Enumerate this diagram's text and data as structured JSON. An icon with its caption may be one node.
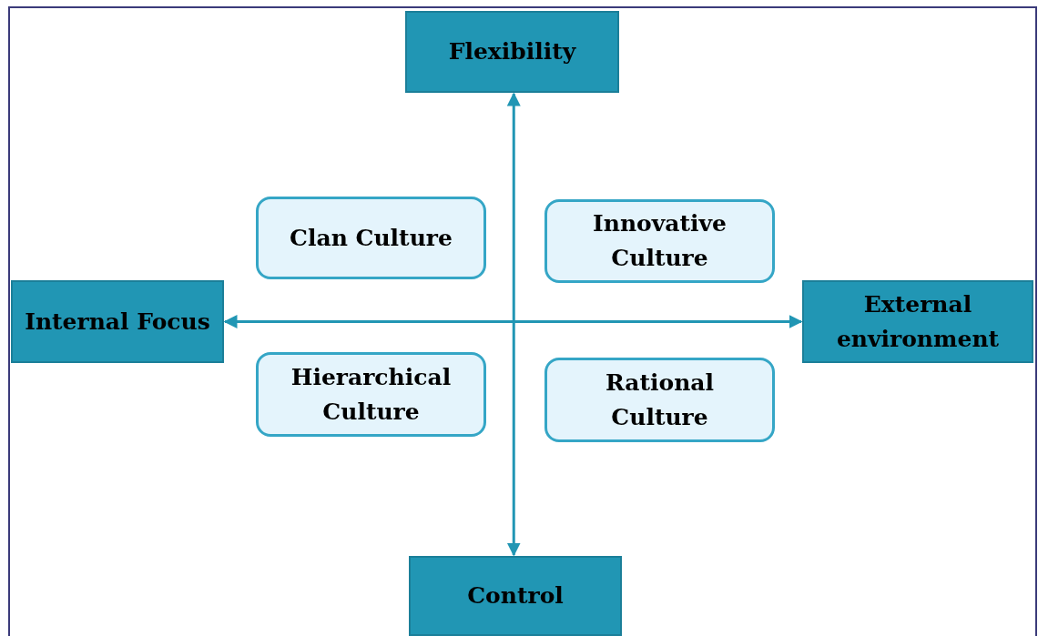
{
  "diagram": {
    "nodes": [
      {
        "text": [
          "Flexibility"
        ]
      },
      {
        "text": [
          "Clan Culture"
        ]
      },
      {
        "text": [
          "Innovative Culture"
        ]
      },
      {
        "text": [
          "Internal Focus"
        ]
      },
      {
        "text": [
          "External environment"
        ]
      },
      {
        "text": [
          "Hierarchical Culture"
        ]
      },
      {
        "text": [
          "Rational Culture"
        ]
      },
      {
        "text": [
          "Control"
        ]
      }
    ],
    "edges": [
      {
        "from": 0,
        "to": 7,
        "arrow": "both"
      },
      {
        "from": 3,
        "to": 4,
        "arrow": "both"
      }
    ]
  }
}
